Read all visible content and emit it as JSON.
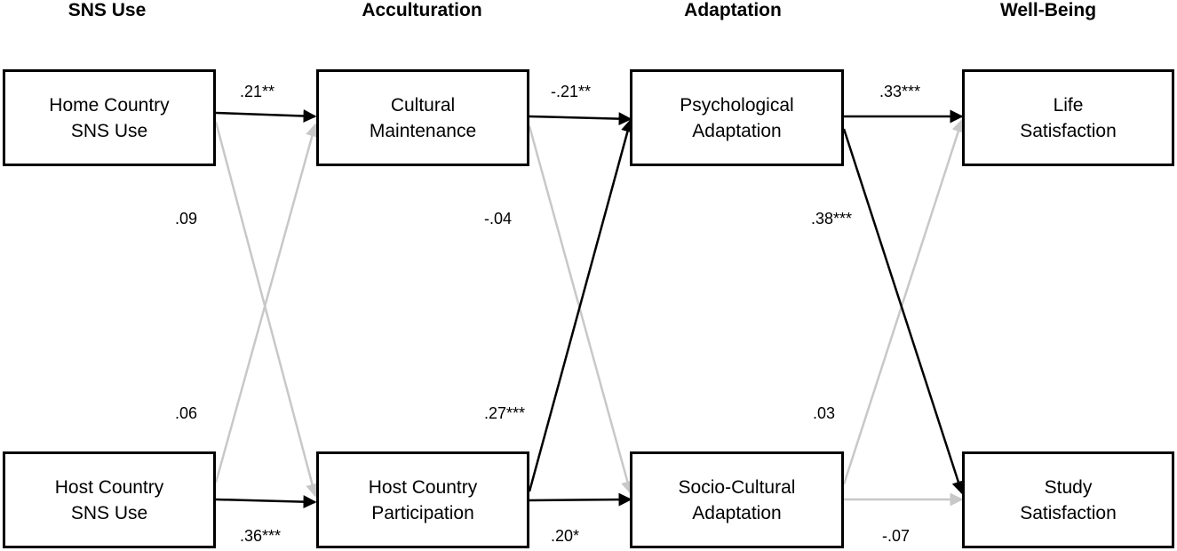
{
  "headers": {
    "sns_use": "SNS Use",
    "acculturation": "Acculturation",
    "adaptation": "Adaptation",
    "well_being": "Well-Being"
  },
  "boxes": {
    "home_sns": {
      "line1": "Home Country",
      "line2": "SNS Use"
    },
    "host_sns": {
      "line1": "Host Country",
      "line2": "SNS Use"
    },
    "cultural": {
      "line1": "Cultural",
      "line2": "Maintenance"
    },
    "host_part": {
      "line1": "Host Country",
      "line2": "Participation"
    },
    "psych": {
      "line1": "Psychological",
      "line2": "Adaptation"
    },
    "socio": {
      "line1": "Socio-Cultural",
      "line2": "Adaptation"
    },
    "life": {
      "line1": "Life",
      "line2": "Satisfaction"
    },
    "study": {
      "line1": "Study",
      "line2": "Satisfaction"
    }
  },
  "coefficients": {
    "home_to_cultural": ".21**",
    "home_to_hostpart": ".09",
    "host_to_cultural": ".06",
    "host_to_hostpart": ".36***",
    "cultural_to_psych": "-.21**",
    "cultural_to_socio": "-.04",
    "hostpart_to_psych": ".27***",
    "hostpart_to_socio": ".20*",
    "psych_to_life": ".33***",
    "psych_to_study": ".38***",
    "socio_to_life": ".03",
    "socio_to_study": "-.07"
  },
  "colors": {
    "significant_path": "#000000",
    "nonsignificant_path": "#c8c8c8"
  }
}
